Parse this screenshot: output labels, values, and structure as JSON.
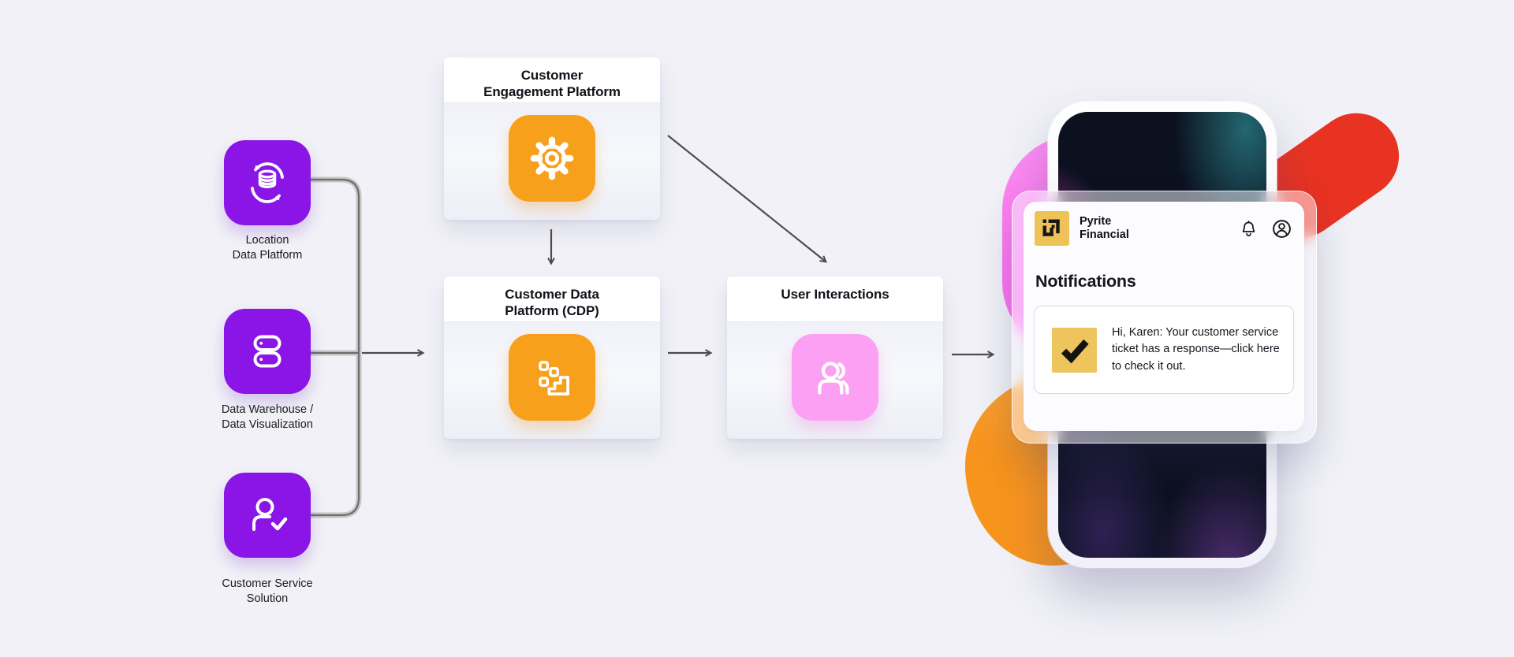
{
  "background": "#f1f1f7",
  "sources": {
    "tile_color": "#8a15e6",
    "items": [
      {
        "label": "Location\nData Platform",
        "icon": "database-sync-icon"
      },
      {
        "label": "Data Warehouse /\nData Visualization",
        "icon": "server-stack-icon"
      },
      {
        "label": "Customer Service\nSolution",
        "icon": "person-check-icon"
      }
    ]
  },
  "flow": {
    "engagement": {
      "title": "Customer\nEngagement Platform",
      "icon": "gear-icon",
      "tile_color": "#f7a01b"
    },
    "cdp": {
      "title": "Customer Data\nPlatform (CDP)",
      "icon": "data-steps-icon",
      "tile_color": "#f7a01b"
    },
    "interactions": {
      "title": "User Interactions",
      "icon": "users-icon",
      "tile_color": "#fba0f2"
    }
  },
  "phone": {
    "brand": {
      "line1": "Pyrite",
      "line2": "Financial",
      "logo_bg": "#eec257"
    },
    "section_title": "Notifications",
    "notification": {
      "message": "Hi, Karen: Your customer service ticket has a response—click here to check it out.",
      "check_bg": "#eec45c"
    }
  },
  "shapes": {
    "pink_blob": "#fb7cf0",
    "red_shape": "#e93322",
    "orange_blob": "#f7941e"
  }
}
